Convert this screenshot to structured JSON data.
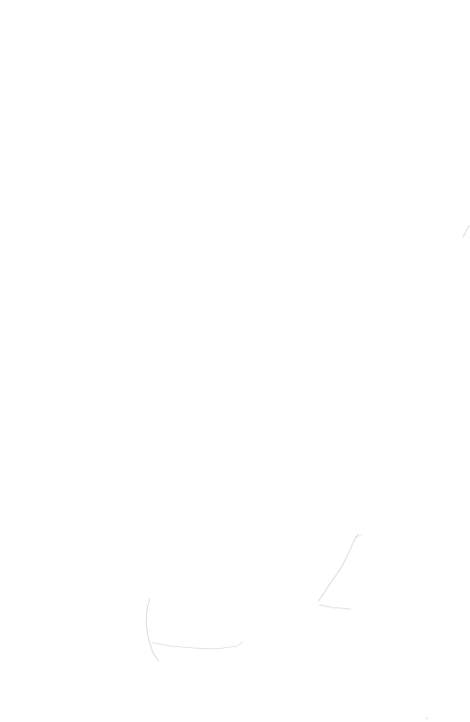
{
  "page": {
    "background": "#ffffff"
  },
  "sketch": {
    "stroke_color": "#b8b8b8",
    "strokes": [
      {
        "name": "top-right-tick-mark"
      },
      {
        "name": "right-diagonal-stroke"
      },
      {
        "name": "short-horizontal-stroke"
      },
      {
        "name": "left-curve-stroke"
      },
      {
        "name": "bottom-dot"
      }
    ]
  }
}
